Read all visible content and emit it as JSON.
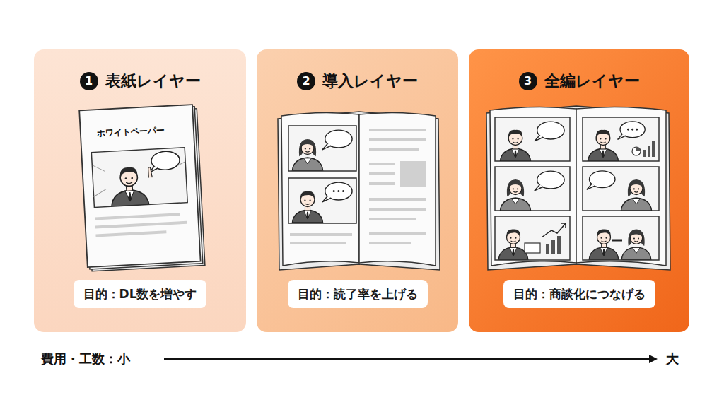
{
  "diagram": {
    "nodes": [
      {
        "text": [
          "表紙レイヤー"
        ]
      },
      {
        "text": [
          "1"
        ],
        "in": 0
      },
      {
        "text": [
          "目的：DL数を増やす"
        ],
        "in": 0
      },
      {
        "text": [
          "導入レイヤー"
        ]
      },
      {
        "text": [
          "2"
        ],
        "in": 3
      },
      {
        "text": [
          "目的：読了率を上げる"
        ],
        "in": 3
      },
      {
        "text": [
          "全編レイヤー"
        ]
      },
      {
        "text": [
          "3"
        ],
        "in": 6
      },
      {
        "text": [
          "目的：商談化につなげる"
        ],
        "in": 6
      }
    ],
    "labels": [
      "ホワイトペーパー",
      "費用・工数：小",
      "大"
    ]
  }
}
